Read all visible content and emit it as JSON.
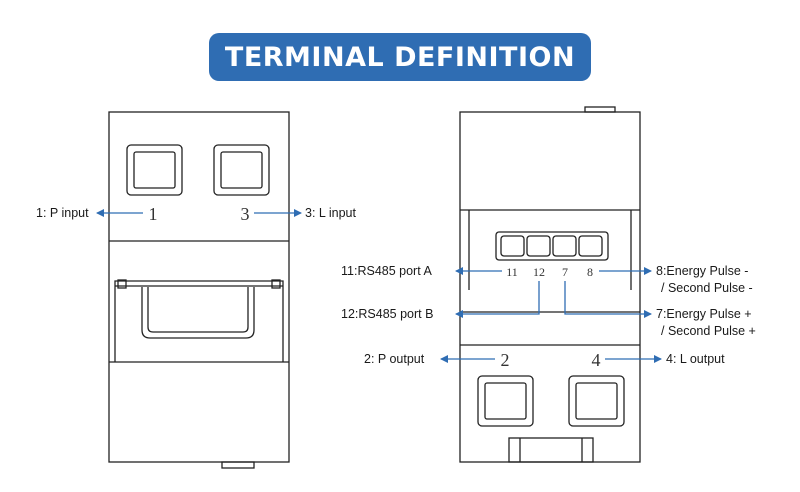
{
  "title": "TERMINAL DEFINITION",
  "colors": {
    "banner": "#2f6db3",
    "arrow": "#2f6db3",
    "outline": "#222222"
  },
  "left_device": {
    "terminal_numbers": [
      "1",
      "3"
    ],
    "labels": {
      "p_input": "1: P input",
      "l_input": "3: L input"
    }
  },
  "right_device": {
    "port_numbers": [
      "11",
      "12",
      "7",
      "8"
    ],
    "bottom_numbers": [
      "2",
      "4"
    ],
    "labels": {
      "rs485_a": "11:RS485 port A",
      "rs485_b": "12:RS485 port B",
      "energy_minus_1": "8:Energy Pulse -",
      "energy_minus_2": "/ Second Pulse -",
      "energy_plus_1": "7:Energy Pulse +",
      "energy_plus_2": "/ Second Pulse +",
      "p_output": "2: P output",
      "l_output": "4: L output"
    }
  }
}
